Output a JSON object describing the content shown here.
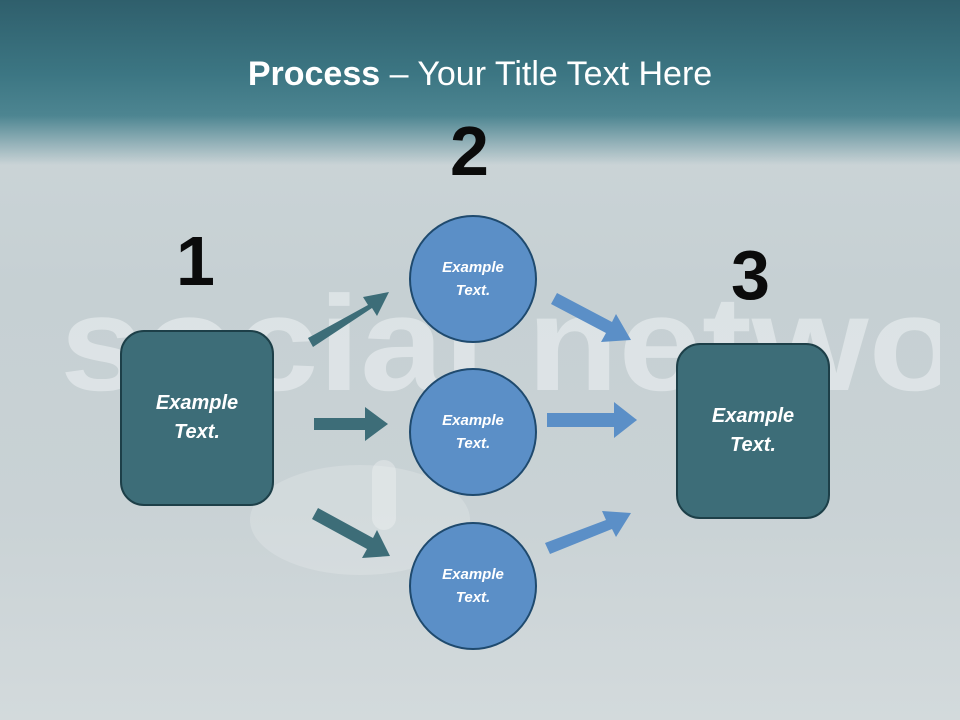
{
  "title": {
    "bold": "Process",
    "rest": " – Your Title Text Here"
  },
  "background": {
    "word": "social network"
  },
  "steps": [
    {
      "number": "1",
      "label": "Example Text."
    },
    {
      "number": "2",
      "labels": [
        "Example Text.",
        "Example Text.",
        "Example Text."
      ]
    },
    {
      "number": "3",
      "label": "Example Text."
    }
  ],
  "colors": {
    "box": "#3d6d78",
    "circle": "#5b8fc7",
    "arrow_dark": "#3d6d78",
    "arrow_light": "#5b8fc7"
  }
}
